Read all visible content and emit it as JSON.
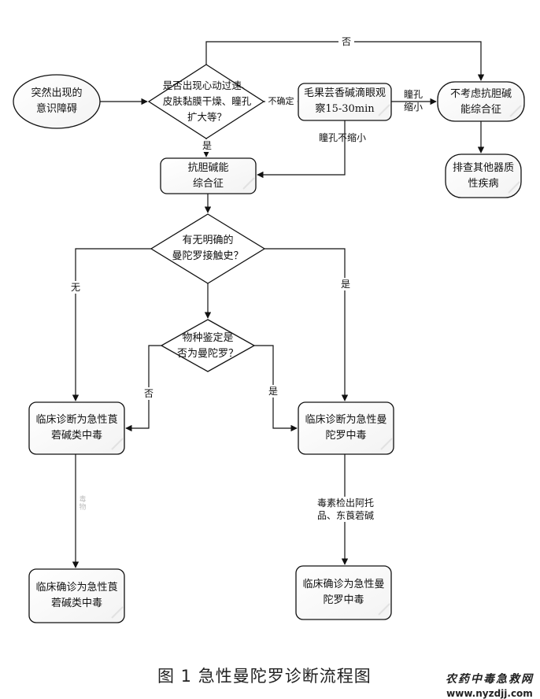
{
  "nodes": {
    "sudden_unconscious": "突然出现的\n意识障碍",
    "anticholinergic_question": "是否出现心动过速、\n皮肤黏膜干燥、瞳孔\n扩大等？",
    "pilocarpine_test": "毛果芸香碱滴眼观\n察15-30min",
    "not_anticholinergic": "不考虑抗胆碱\n能综合征",
    "other_disease": "排查其他器质\n性疾病",
    "anticholinergic_syndrome": "抗胆碱能\n综合征",
    "datura_contact": "有无明确的\n曼陀罗接触史？",
    "species_id": "物种鉴定是\n否为曼陀罗？",
    "clinical_dx_tropane": "临床诊断为急性莨\n菪碱类中毒",
    "clinical_dx_datura": "临床诊断为急性曼\n陀罗中毒",
    "confirmed_tropane": "临床确诊为急性莨\n菪碱类中毒",
    "confirmed_datura": "临床确诊为急性曼\n陀罗中毒"
  },
  "edges": {
    "no_top": "否",
    "uncertain": "不确定",
    "yes_down": "是",
    "pupil_constricted": "瞳孔\n缩小",
    "pupil_not_constricted": "瞳孔不缩小",
    "contact_none": "无",
    "contact_yes": "是",
    "species_no": "否",
    "species_yes": "是",
    "left_faint": "毒物",
    "toxin_detected": "毒素检出阿托\n品、东莨菪碱"
  },
  "caption": "图 1    急性曼陀罗诊断流程图",
  "watermark": {
    "title": "农药中毒急救网",
    "url": "www.nyzdjj.com"
  }
}
